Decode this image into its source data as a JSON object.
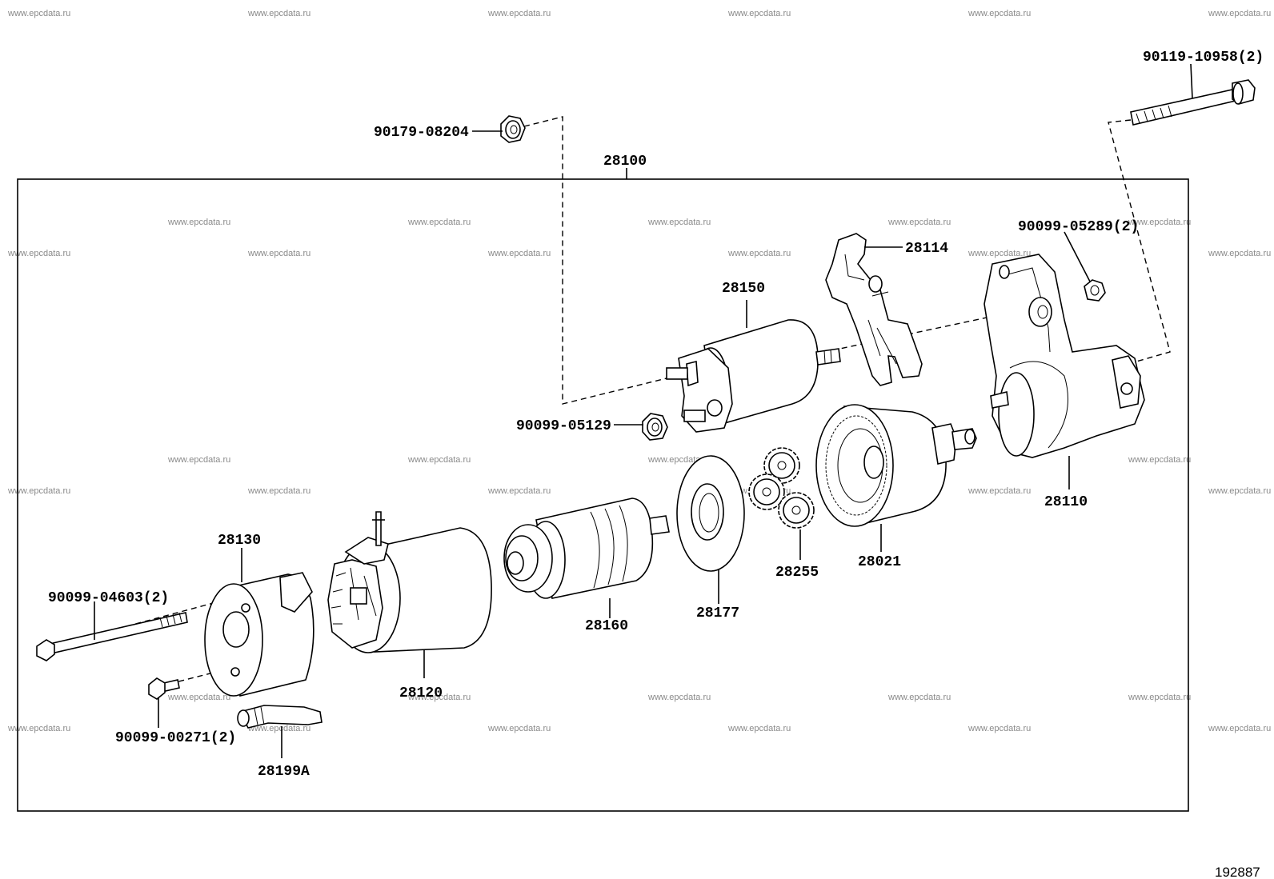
{
  "watermark": "www.epcdata.ru",
  "reference_number": "192887",
  "assembly_label": "28100",
  "parts": {
    "p90119_10958": "90119-10958(2)",
    "p90179_08204": "90179-08204",
    "p28114": "28114",
    "p90099_05289": "90099-05289(2)",
    "p28150": "28150",
    "p90099_05129": "90099-05129",
    "p28110": "28110",
    "p28021": "28021",
    "p28255": "28255",
    "p28177": "28177",
    "p28160": "28160",
    "p28130": "28130",
    "p28120": "28120",
    "p90099_04603": "90099-04603(2)",
    "p90099_00271": "90099-00271(2)",
    "p28199A": "28199A"
  }
}
